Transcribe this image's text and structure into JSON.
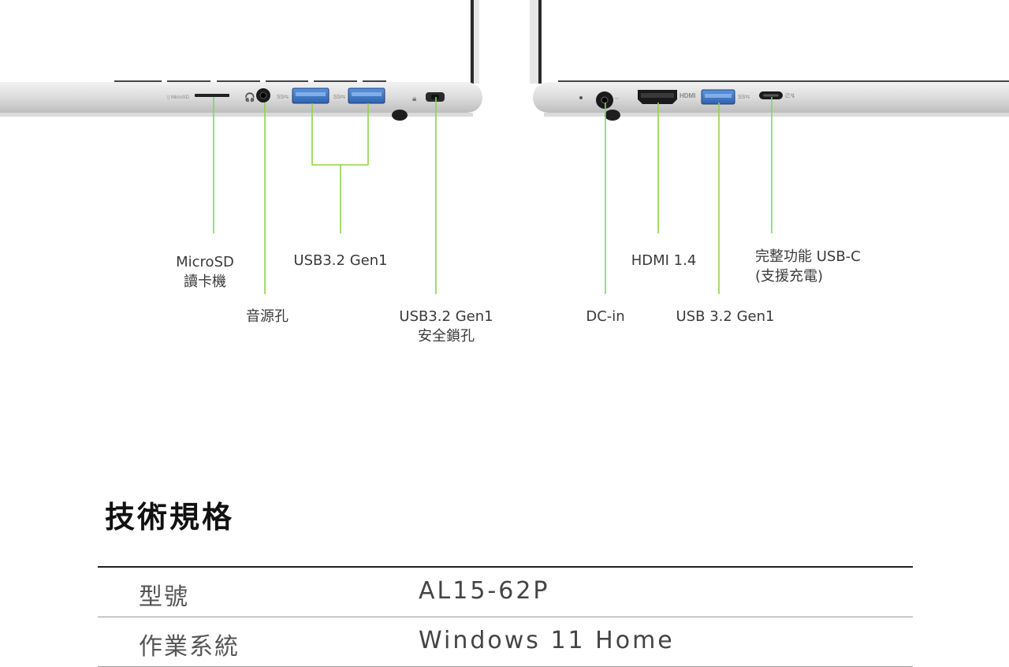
{
  "ports": {
    "left": {
      "microsd": [
        "MicroSD",
        "讀卡機"
      ],
      "audio": [
        "音源孔"
      ],
      "usb_a_pair": [
        "USB3.2 Gen1"
      ],
      "usb_lock": [
        "USB3.2 Gen1",
        "安全鎖孔"
      ]
    },
    "right": {
      "dc_in": [
        "DC-in"
      ],
      "hdmi": [
        "HDMI 1.4"
      ],
      "usb_a": [
        "USB 3.2 Gen1"
      ],
      "usb_c": [
        "完整功能 USB-C",
        "(支援充電)"
      ]
    },
    "port_marks": {
      "hdmi": "HDMI",
      "ss": "SS"
    }
  },
  "specs": {
    "title": "技術規格",
    "rows": [
      {
        "key": "型號",
        "value": "AL15-62P"
      },
      {
        "key": "作業系統",
        "value": "Windows 11 Home"
      }
    ]
  },
  "colors": {
    "leader_line": "#8cd44e",
    "laptop_body": "#dedede",
    "usb_blue": "#3c78c8",
    "text": "#3a3a3a"
  }
}
